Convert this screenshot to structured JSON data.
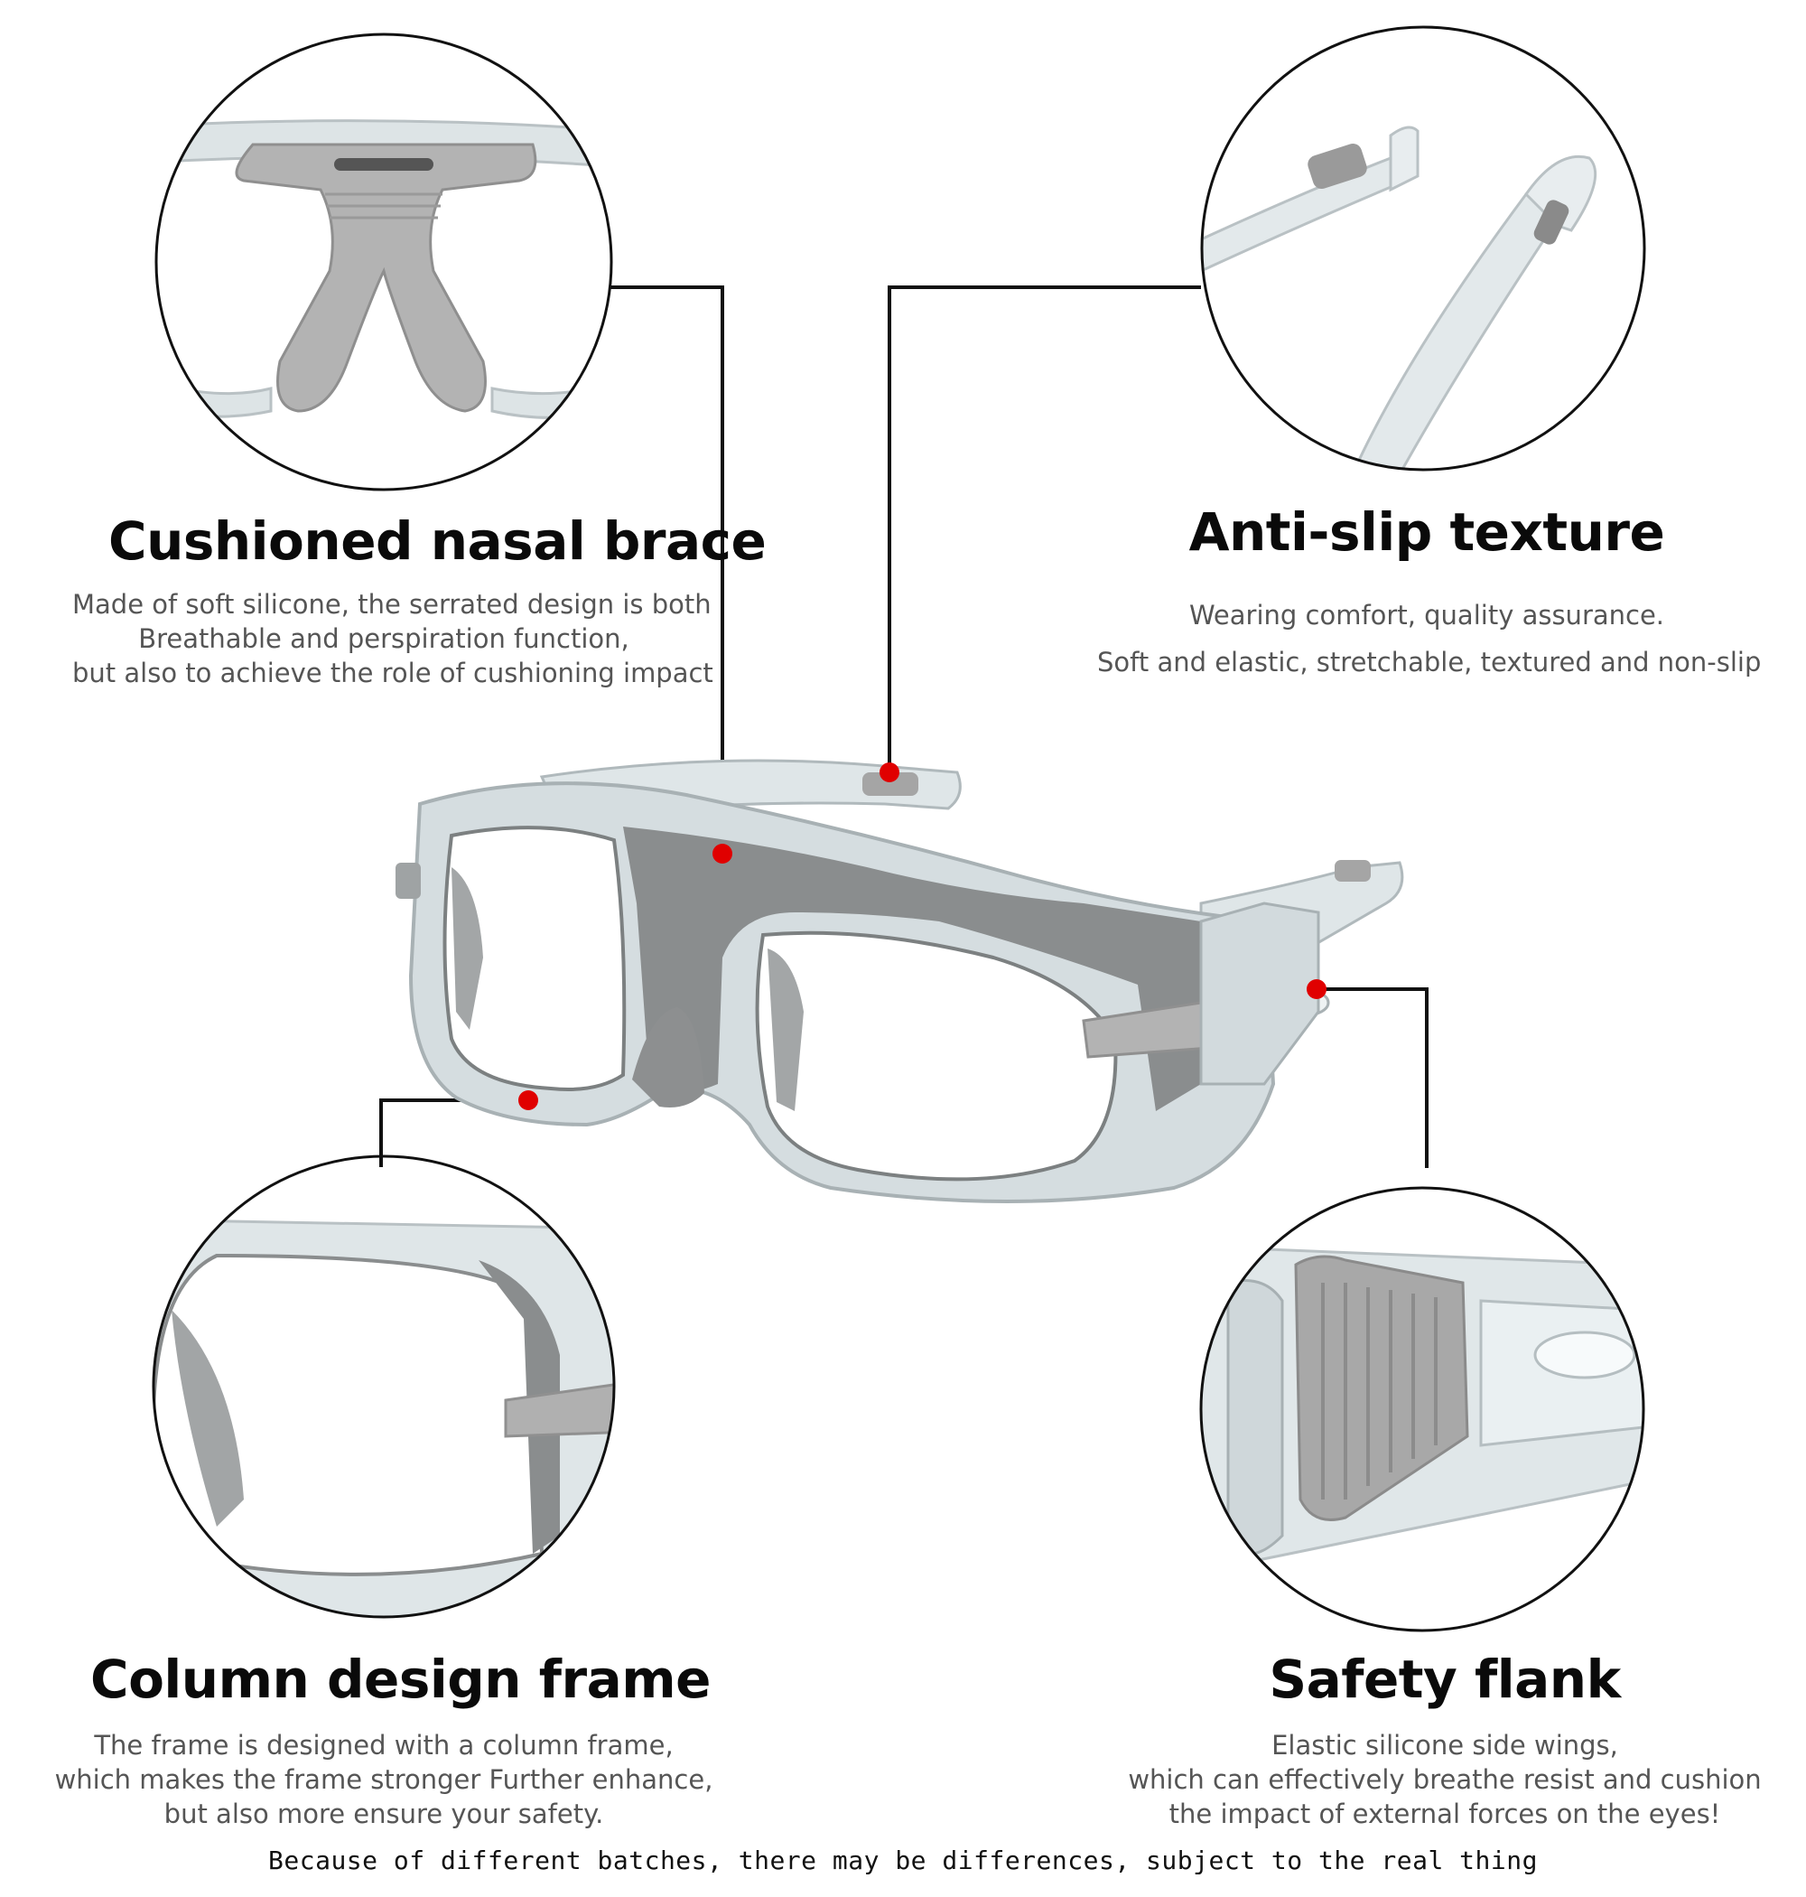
{
  "features": {
    "nasal_brace": {
      "title": "Cushioned nasal brace",
      "lines": [
        "Made of soft silicone, the serrated design is both",
        "Breathable and perspiration function,",
        "but also to achieve the role of cushioning impact"
      ]
    },
    "anti_slip": {
      "title": "Anti-slip texture",
      "lines": [
        "Wearing comfort, quality assurance.",
        "Soft and elastic, stretchable, textured and non-slip"
      ]
    },
    "column_frame": {
      "title": "Column design frame",
      "lines": [
        "The frame is designed with a column frame,",
        "which makes the frame stronger Further enhance,",
        "but also more ensure your safety."
      ]
    },
    "safety_flank": {
      "title": "Safety flank",
      "lines": [
        "Elastic silicone side wings,",
        "which can effectively breathe resist and cushion",
        "the impact of external forces on the eyes!"
      ]
    }
  },
  "footnote": "Because of different batches, there may be differences, subject to the real thing",
  "colors": {
    "callout_dot": "#e00000",
    "frame_gray": "#8a8d8e",
    "silicone_gray": "#a9a9a9",
    "clear_frame": "#d9e1e3"
  }
}
